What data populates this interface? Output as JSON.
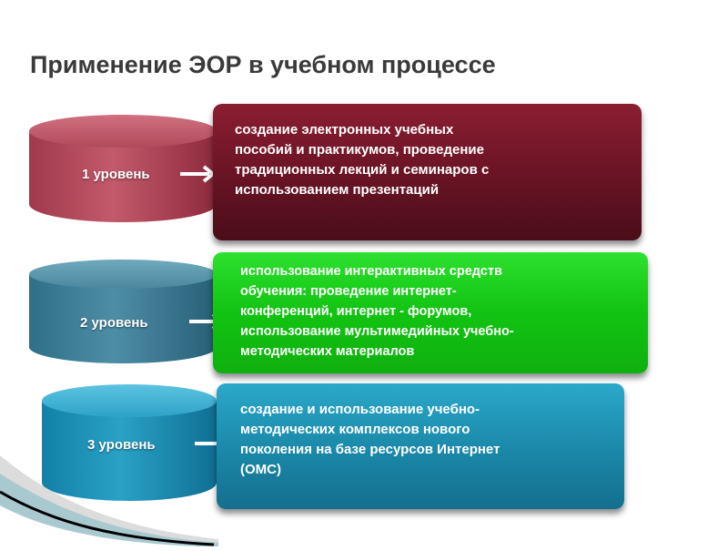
{
  "slide": {
    "title": "Применение ЭОР в учебном процессе"
  },
  "levels": [
    {
      "label": "1 уровень",
      "lines": [
        "создание электронных учебных",
        "пособий и практикумов, проведение",
        "традиционных лекций и семинаров с",
        "использованием презентаций"
      ],
      "color": "#7a1a2c"
    },
    {
      "label": "2 уровень",
      "lines": [
        "использование интерактивных средств",
        "обучения: проведение интернет-",
        "конференций, интернет - форумов,",
        "использование мультимедийных учебно-",
        "методических материалов"
      ],
      "color": "#1ecf1e"
    },
    {
      "label": "3 уровень",
      "lines": [
        "создание и использование учебно-",
        "методических комплексов нового",
        "поколения на базе ресурсов Интернет",
        "(ОМС)"
      ],
      "color": "#1a8fb0"
    }
  ]
}
